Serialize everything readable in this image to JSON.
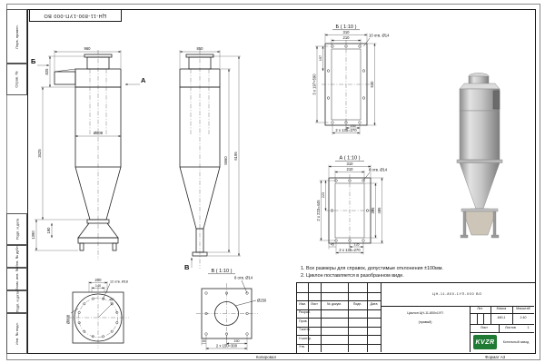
{
  "sheet": {
    "stamp_top": "ЦН-11-800-1УП-000 ВО",
    "left_column": [
      "Перв. примен.",
      "Справ. №",
      "Подп. и дата",
      "Инв. № дубл.",
      "Взам. инв. №",
      "Подп. и дата",
      "Инв. № подл."
    ],
    "footer": {
      "copied": "Копировал",
      "format": "Формат А3"
    }
  },
  "notes": {
    "line1": "1. Все размеры для справок, допустимые отклонения ±100мм.",
    "line2": "2. Циклон поставляется в разобранном виде."
  },
  "views": {
    "front": {
      "marker_b": "Б",
      "marker_a": "А",
      "d960": "960",
      "d825": "825",
      "d3425": "3425",
      "do808": "Ø808",
      "d1390": "1390",
      "d190": "190"
    },
    "side": {
      "marker_v": "В",
      "d850": "850",
      "d5560": "5560",
      "d6195": "6195"
    },
    "section_b": {
      "title": "Б ( 1:10 )",
      "holes": "10 отв. Ø14",
      "d310": "310",
      "d210": "210",
      "d197": "197",
      "d3x197": "3 x 197=590",
      "d630": "630",
      "d135": "135",
      "d2x135": "2 x 135=270"
    },
    "section_a": {
      "title": "А ( 1:10 )",
      "holes": "8 отв. Ø14",
      "d310": "310",
      "d210": "210",
      "d223": "223",
      "d2x223": "2 x 223=445",
      "d395": "395",
      "d485": "485",
      "d135": "135",
      "d2x135": "2 x 135=270",
      "d45": "45"
    },
    "view_v": {
      "title": "В ( 1:10 )",
      "holes": "8 отв. Ø14",
      "do250": "Ø250",
      "d150": "150",
      "d2x150": "2 x 150=300",
      "d45": "45"
    },
    "flange": {
      "d200": "200",
      "d140": "140",
      "holes": "12 отв. Ø18",
      "do808": "Ø808",
      "d45": "45°"
    }
  },
  "title_block": {
    "designation": "ЦН-11-800-1УП-000 ВО",
    "doc_name_1": "Циклон ЦН-11-800х1УП",
    "doc_name_2": "(правый)",
    "col_izm": "Изм.",
    "col_list": "Лист",
    "col_doc": "№ докум.",
    "col_sign": "Подп.",
    "col_date": "Дата",
    "row_labels": [
      "Разраб.",
      "Пров.",
      "Т.контр.",
      "Н.контр.",
      "Утв."
    ],
    "lit_label": "Лит.",
    "mass_label": "Масса",
    "scale_label": "Масштаб",
    "mass_value": "460,1",
    "scale_value": "1:40",
    "sheet_label": "Лист",
    "sheets_label": "Листов",
    "sheets_value": "1",
    "logo_text": "KVZR",
    "company": "Котельный завод",
    "logo_green": "#1f7a33"
  }
}
